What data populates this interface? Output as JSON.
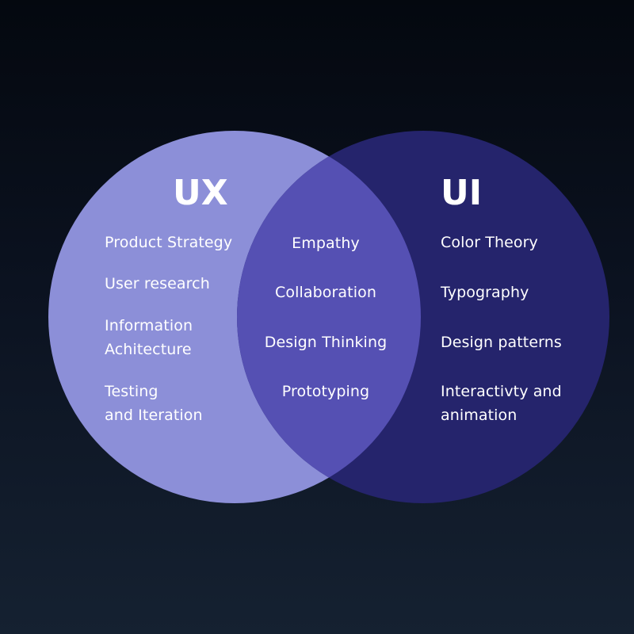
{
  "colors": {
    "background_top": "#04080f",
    "background_bottom": "#152131",
    "ux_circle": "#8c8fd8",
    "ui_circle": "#25246c",
    "overlap": "#5550b3",
    "text": "#ffffff"
  },
  "venn": {
    "ux": {
      "title": "UX",
      "items": [
        "Product Strategy",
        "User research",
        "Information\nAchitecture",
        "Testing\nand Iteration"
      ]
    },
    "ui": {
      "title": "UI",
      "items": [
        "Color Theory",
        "Typography",
        "Design patterns",
        "Interactivty and\nanimation"
      ]
    },
    "shared": {
      "items": [
        "Empathy",
        "Collaboration",
        "Design Thinking",
        "Prototyping"
      ]
    }
  }
}
